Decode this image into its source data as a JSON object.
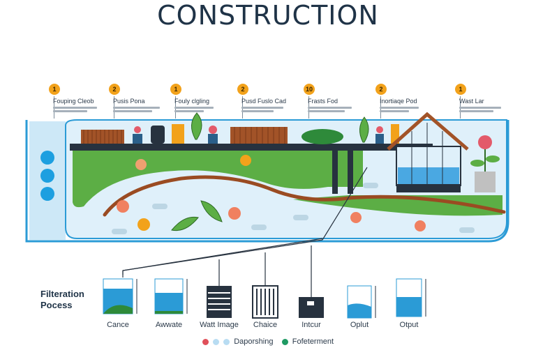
{
  "title": "CONSTRUCTION",
  "steps": [
    {
      "num": "1",
      "label": "Fouping Cleob"
    },
    {
      "num": "2",
      "label": "Pusis Pona"
    },
    {
      "num": "1",
      "label": "Fouly clgling"
    },
    {
      "num": "2",
      "label": "Pusd Fuslo Cad"
    },
    {
      "num": "10",
      "label": "Frasts Fod"
    },
    {
      "num": "2",
      "label": "Inortiaqe Pod"
    },
    {
      "num": "1",
      "label": "Wast Lar"
    }
  ],
  "filtration": {
    "title_line1": "Filteration",
    "title_line2": "Pocess",
    "stages": [
      "Cance",
      "Awwate",
      "Watt Image",
      "Chaice",
      "Intcur",
      "Oplut",
      "Otput"
    ]
  },
  "legend": {
    "item1": "Daporshing",
    "item2": "Fofeterment",
    "colors": [
      "#e0505a",
      "#b8dcf2",
      "#b8dcf2",
      "#1e9a63"
    ]
  },
  "colors": {
    "water": "#c9e6f6",
    "border": "#2b9bd6",
    "grass": "#5cae45",
    "soil": "#9a4b22",
    "dark": "#27323f",
    "accent": "#f2a21b"
  }
}
